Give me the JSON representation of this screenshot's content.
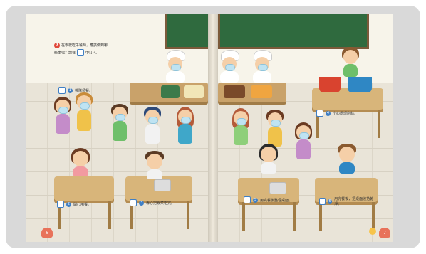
{
  "instruction": {
    "number": "7",
    "line1": "在學校吃午餐時，應該做到哪",
    "line2": "些事呢？請在",
    "line2_end": "中打",
    "check": "✓",
    "period": "。"
  },
  "options": [
    {
      "num": "1",
      "text": "排隊領餐。"
    },
    {
      "num": "2",
      "text": "開心用餐。"
    },
    {
      "num": "3",
      "text": "專心把飯菜吃完。"
    },
    {
      "num": "4",
      "text": "小心處理廚餘。"
    },
    {
      "num": "5",
      "text": "用完餐後整理桌面。"
    },
    {
      "num": "6",
      "text": "用完餐後，把桌面收拾乾淨。"
    }
  ],
  "page_numbers": {
    "left": "6",
    "right": "7"
  },
  "colors": {
    "frame": "#d9d9d9",
    "accent_blue": "#3f7fc5",
    "question_red": "#e0483a",
    "page_tab": "#e8725a"
  }
}
